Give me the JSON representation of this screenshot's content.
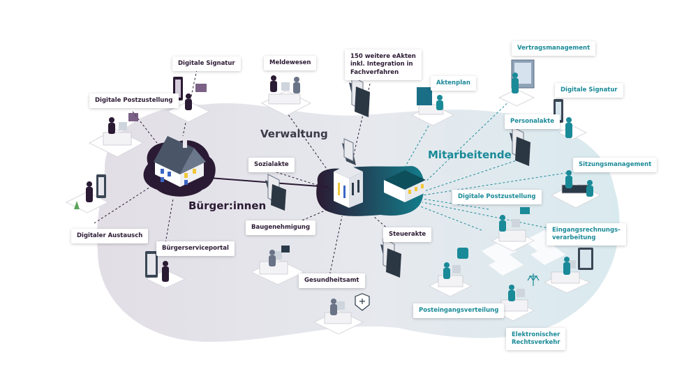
{
  "zones": {
    "citizens": "Bürger:innen",
    "administration": "Verwaltung",
    "staff": "Mitarbeitende"
  },
  "colors": {
    "citizens_dark": "#2b1a33",
    "teal": "#1a8a98",
    "teal_dark": "#0e4f5c",
    "blob_grey": "#e4e1e8",
    "blob_light": "#dcebef"
  },
  "callouts": {
    "digitale_signatur_left": "Digitale Signatur",
    "digitale_postzustellung_left": "Digitale Postzustellung",
    "digitaler_austausch": "Digitaler Austausch",
    "buergerserviceportal": "Bürgerserviceportal",
    "meldewesen": "Meldewesen",
    "eakten_line1": "150 weitere eAkten",
    "eakten_line2": "inkl. Integration in",
    "eakten_line3": "Fachverfahren",
    "sozialakte": "Sozialakte",
    "baugenehmigung": "Baugenehmigung",
    "gesundheitsamt": "Gesundheitsamt",
    "steuerakte": "Steuerakte",
    "aktenplan": "Aktenplan",
    "vertragsmanagement": "Vertragsmanagement",
    "digitale_signatur_right": "Digitale Signatur",
    "personalakte": "Personalakte",
    "sitzungsmanagement": "Sitzungsmanagement",
    "digitale_postzustellung_right": "Digitale Postzustellung",
    "eingangsrechnung_line1": "Eingangsrechnungs-",
    "eingangsrechnung_line2": "verarbeitung",
    "posteingangsverteilung": "Posteingangsverteilung",
    "rechtsverkehr_line1": "Elektronischer",
    "rechtsverkehr_line2": "Rechtsverkehr"
  }
}
